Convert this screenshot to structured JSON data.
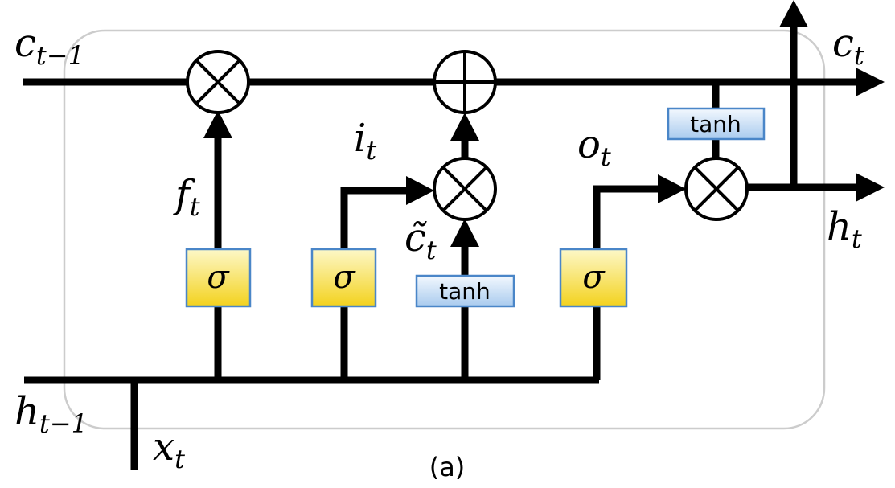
{
  "diagram": {
    "caption": "(a)",
    "labels": {
      "c_prev": {
        "base": "c",
        "sub": "t−1"
      },
      "c_t": {
        "base": "c",
        "sub": "t"
      },
      "h_prev": {
        "base": "h",
        "sub": "t−1"
      },
      "x_t": {
        "base": "x",
        "sub": "t"
      },
      "h_t": {
        "base": "h",
        "sub": "t"
      },
      "f_t": {
        "base": "f",
        "sub": "t"
      },
      "i_t": {
        "base": "i",
        "sub": "t"
      },
      "c_tilde": {
        "base": "c̃",
        "sub": "t"
      },
      "o_t": {
        "base": "o",
        "sub": "t"
      }
    },
    "gates": {
      "sigma": "σ",
      "tanh": "tanh"
    }
  }
}
